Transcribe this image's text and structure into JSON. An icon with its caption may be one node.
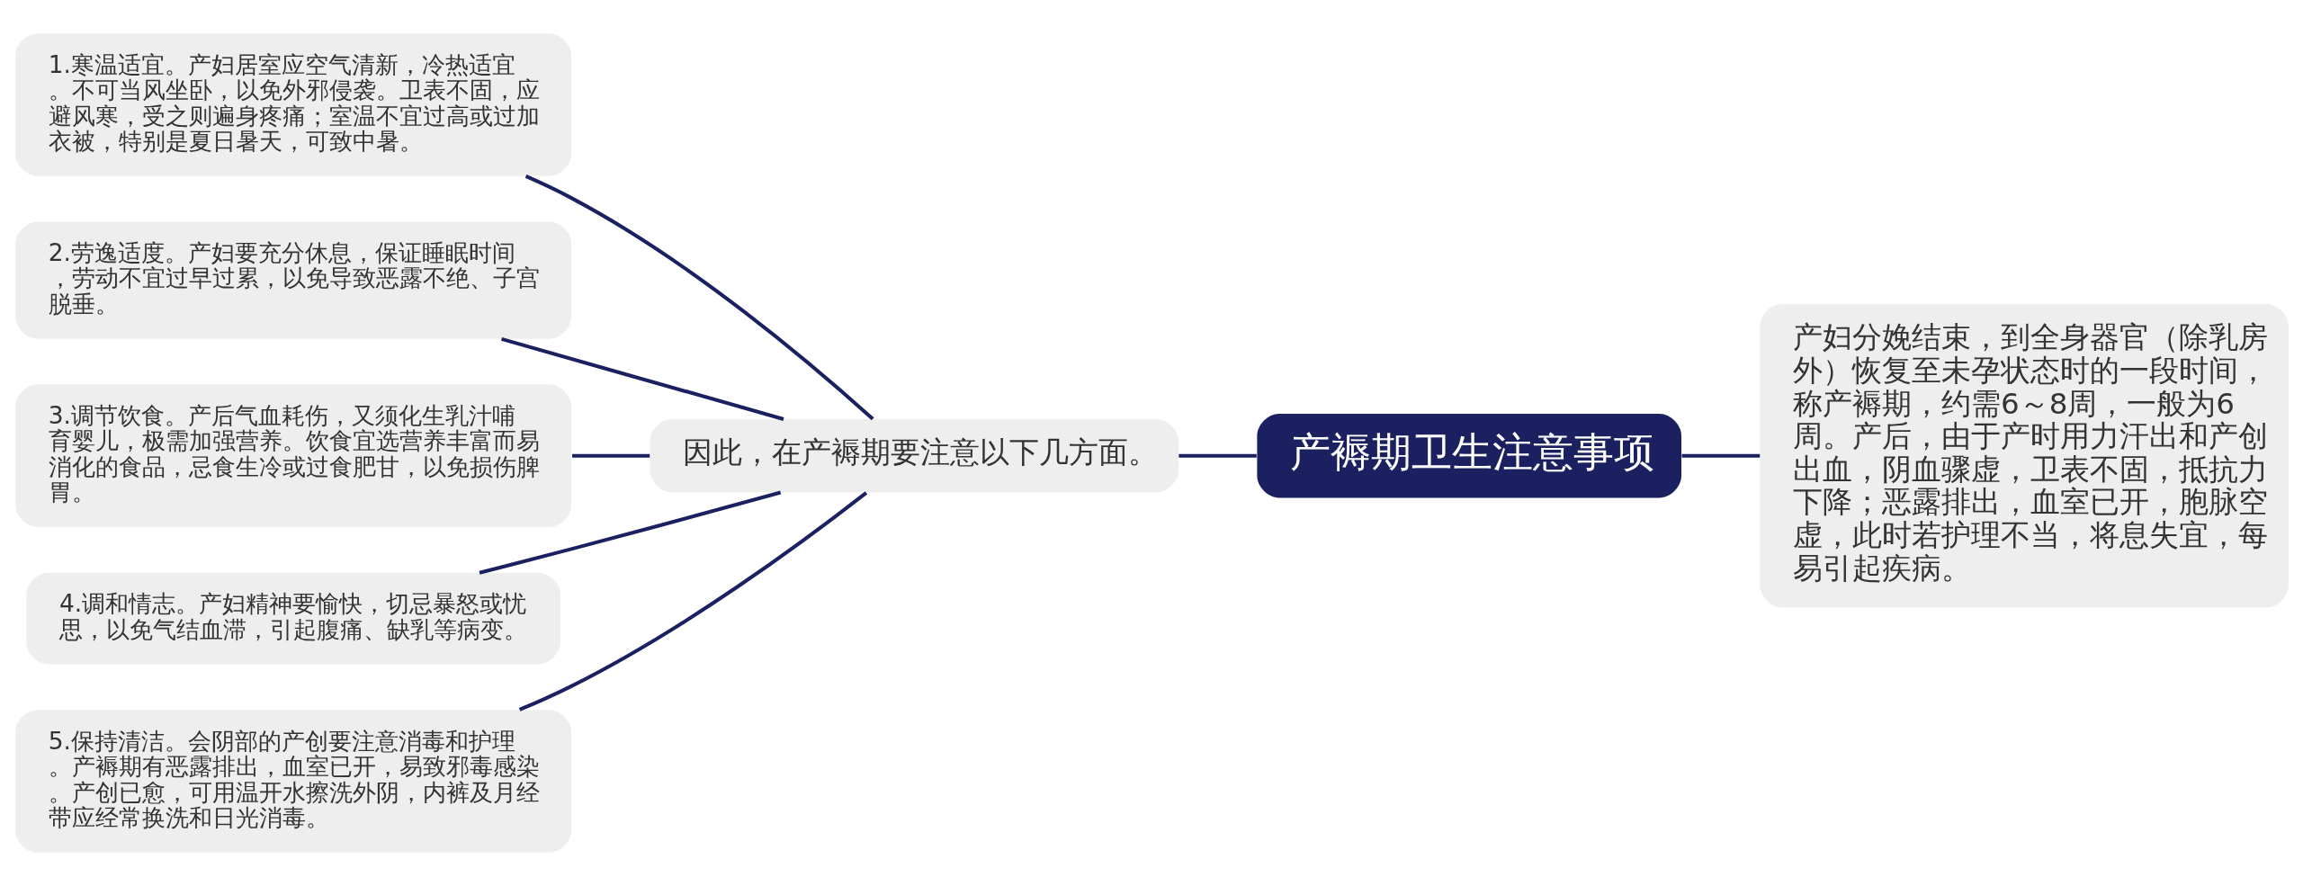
{
  "diagram": {
    "nodes": [
      {
        "text": [
          "产褥期卫生注意事项"
        ]
      },
      {
        "text": [
          "因此，在产褥期要注意以下几方面。"
        ]
      },
      {
        "text": [
          "1.寒温适宜。产妇居室应空气清新，冷热适宜。不可当风坐卧，以免外邪侵袭。卫表不固，应避风寒，受之则遍身疼痛；室温不宜过高或过加衣被，特别是夏日暑天，可致中暑。"
        ]
      },
      {
        "text": [
          "2.劳逸适度。产妇要充分休息，保证睡眠时间，劳动不宜过早过累，以免导致恶露不绝、子宫脱垂。"
        ]
      },
      {
        "text": [
          "3.调节饮食。产后气血耗伤，又须化生乳汁哺育婴儿，极需加强营养。饮食宜选营养丰富而易消化的食品，忌食生冷或过食肥甘，以免损伤脾胃。"
        ]
      },
      {
        "text": [
          "4.调和情志。产妇精神要愉快，切忌暴怒或忧思，以免气结血滞，引起腹痛、缺乳等病变。"
        ]
      },
      {
        "text": [
          "5.保持清洁。会阴部的产创要注意消毒和护理。产褥期有恶露排出，血室已开，易致邪毒感染。产创已愈，可用温开水擦洗外阴，内裤及月经带应经常换洗和日光消毒。"
        ]
      },
      {
        "text": [
          "产妇分娩结束，到全身器官（除乳房外）恢复至未孕状态时的一段时间，称产褥期，约需6～8周，一般为6周。产后，由于产时用力汗出和产创出血，阴血骤虚，卫表不固，抵抗力下降；恶露排出，血室已开，胞脉空虚，此时若护理不当，将息失宜，每易引起疾病。"
        ]
      }
    ],
    "edges": [
      {
        "from": 0,
        "to": 1,
        "arrow": "none"
      },
      {
        "from": 1,
        "to": 2,
        "arrow": "none"
      },
      {
        "from": 1,
        "to": 3,
        "arrow": "none"
      },
      {
        "from": 1,
        "to": 4,
        "arrow": "none"
      },
      {
        "from": 1,
        "to": 5,
        "arrow": "none"
      },
      {
        "from": 1,
        "to": 6,
        "arrow": "none"
      },
      {
        "from": 0,
        "to": 7,
        "arrow": "none"
      }
    ]
  }
}
